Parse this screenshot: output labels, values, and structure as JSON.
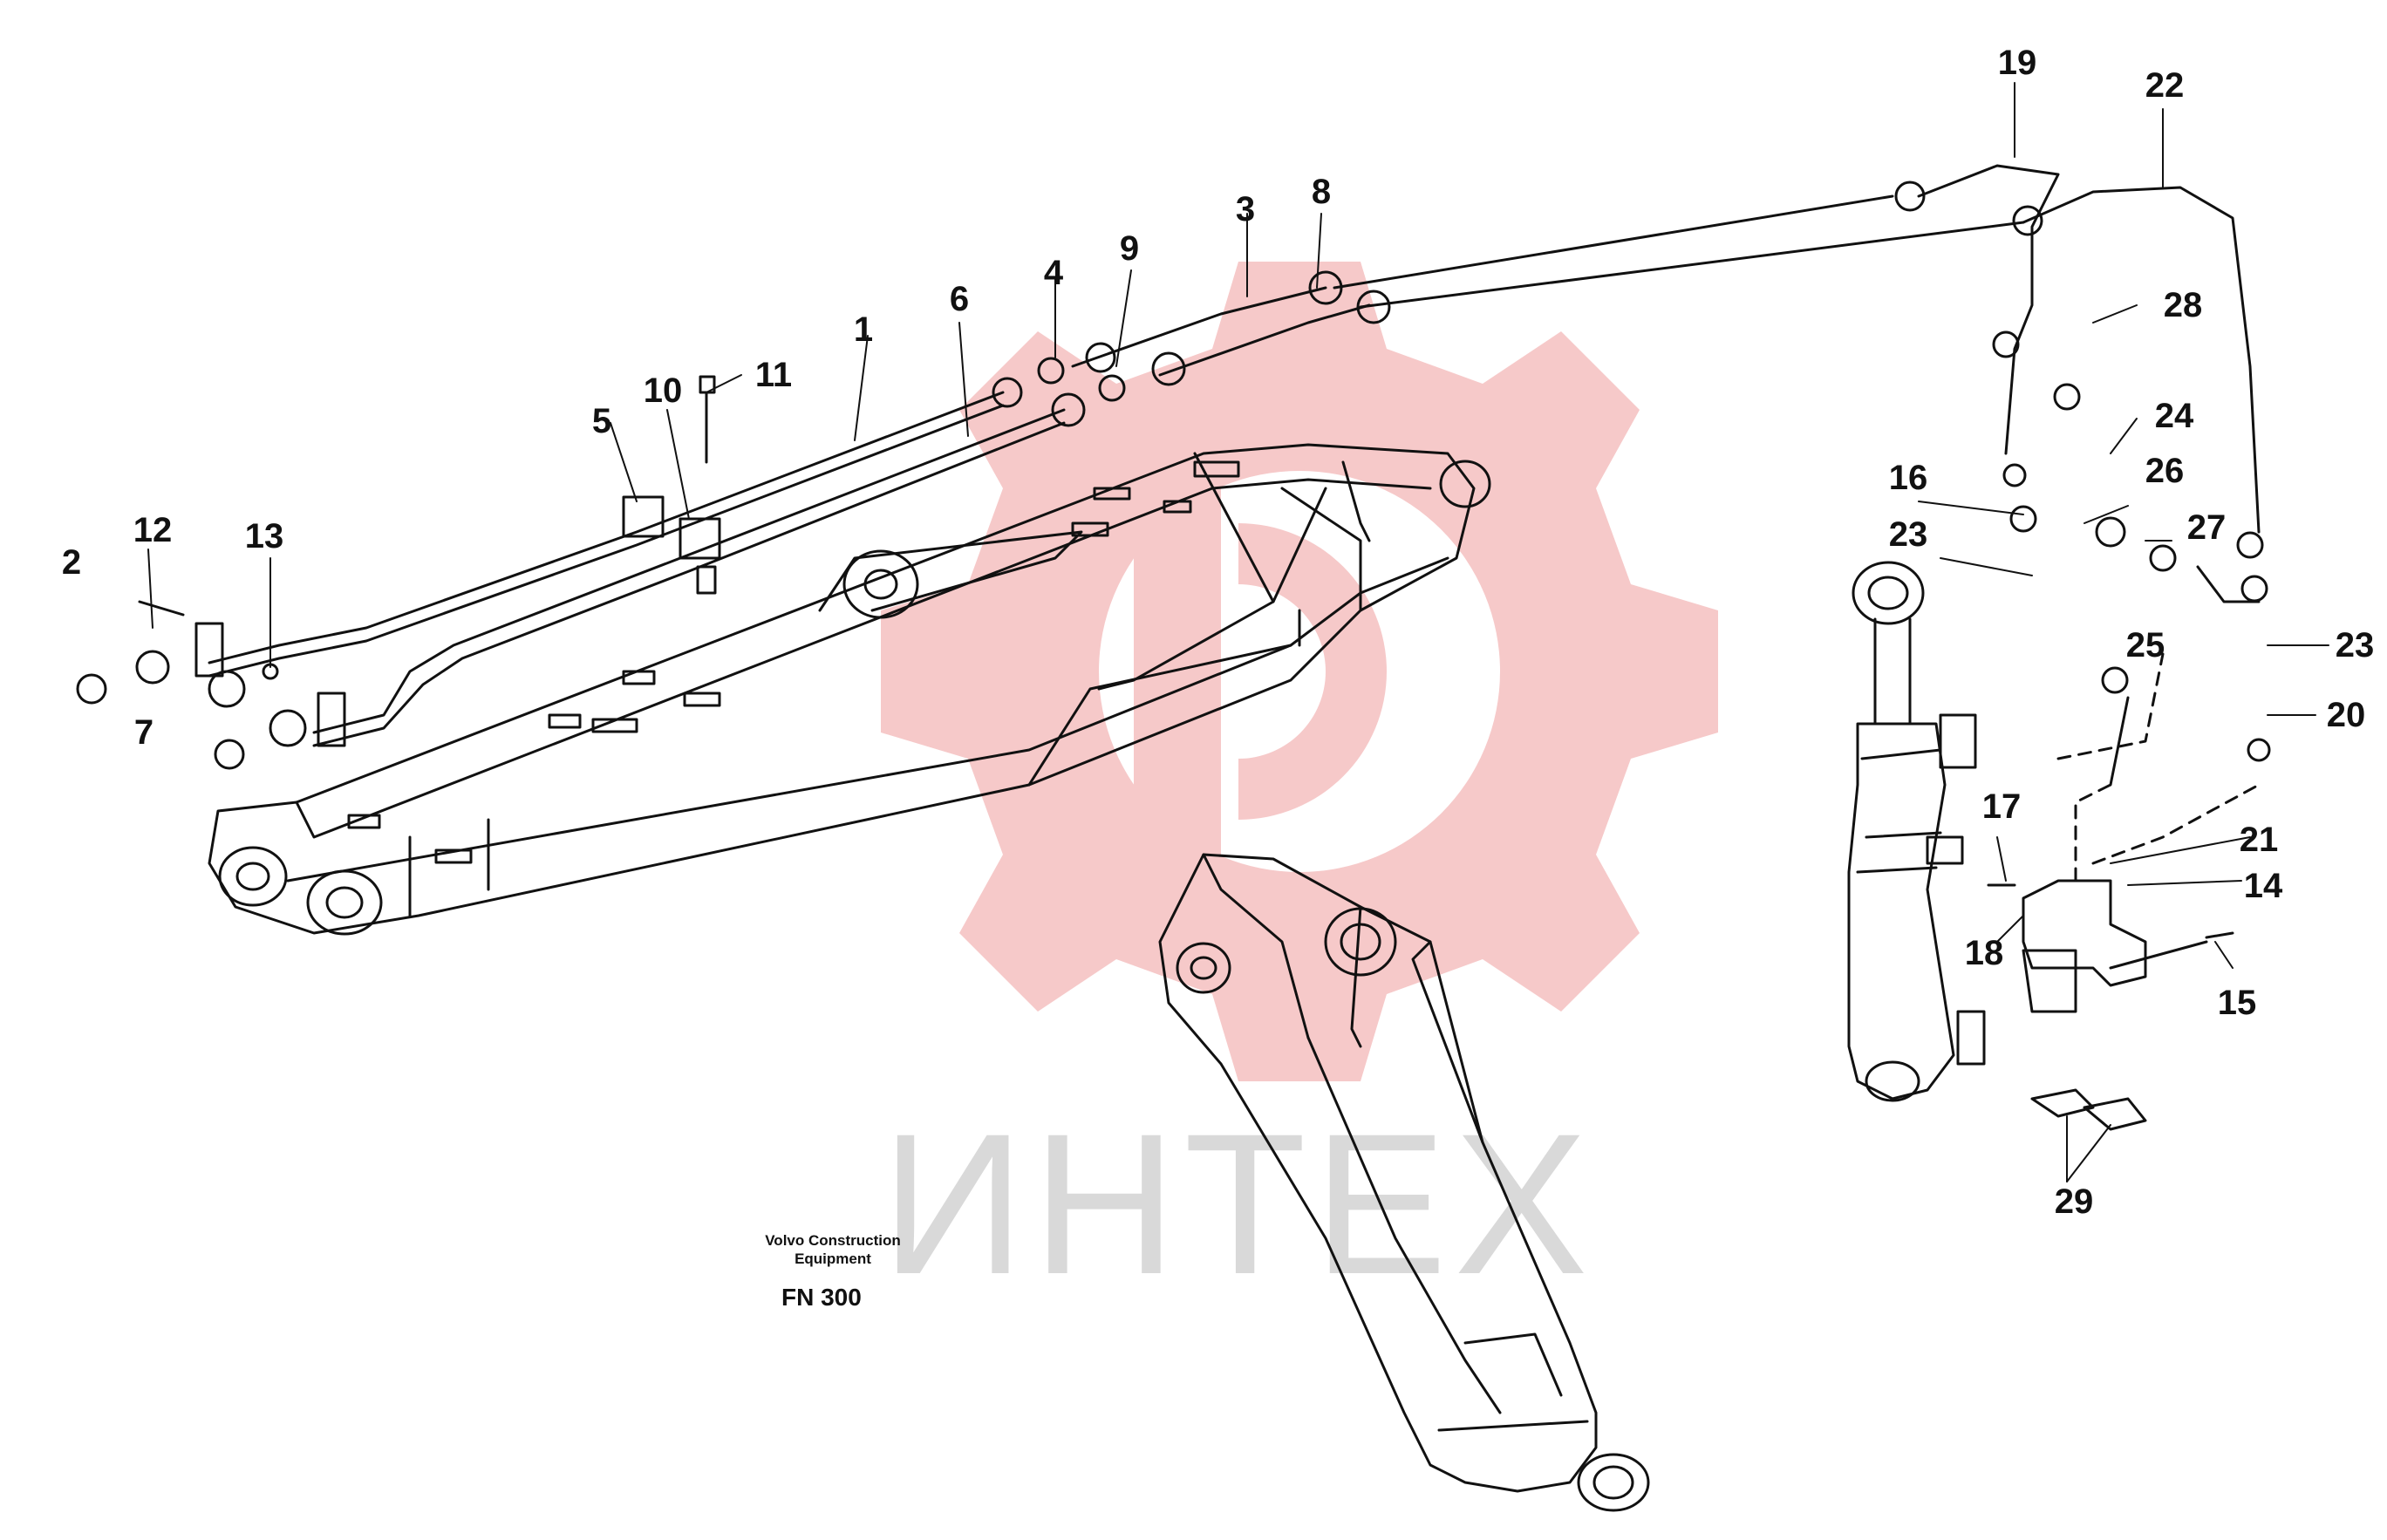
{
  "watermark": {
    "text": "ИНТЕХ",
    "logo_color": "#f6c9c9",
    "text_color": "#d9d9d9"
  },
  "caption": {
    "maker_line1": "Volvo Construction",
    "maker_line2": "Equipment",
    "code": "FN 300"
  },
  "part_labels": [
    "1",
    "2",
    "3",
    "4",
    "5",
    "6",
    "7",
    "8",
    "9",
    "10",
    "11",
    "12",
    "13",
    "14",
    "15",
    "16",
    "17",
    "18",
    "19",
    "20",
    "21",
    "22",
    "23",
    "23",
    "24",
    "25",
    "26",
    "27",
    "28",
    "29"
  ],
  "line_color": "#111111"
}
